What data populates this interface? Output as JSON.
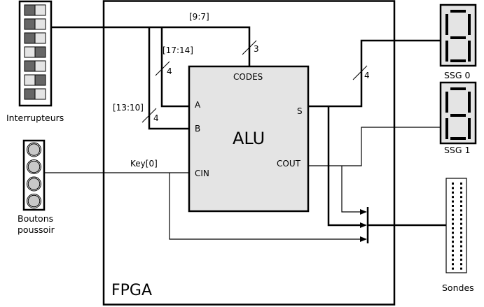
{
  "diagram": {
    "fpga": {
      "label": "FPGA"
    },
    "alu": {
      "label": "ALU",
      "ports": {
        "codes": "CODES",
        "a": "A",
        "b": "B",
        "cin": "CIN",
        "s": "S",
        "cout": "COUT"
      }
    },
    "interrupteurs": {
      "label": "Interrupteurs",
      "switches": [
        "left",
        "left",
        "left",
        "right",
        "left",
        "right",
        "left"
      ]
    },
    "boutons": {
      "label_line1": "Boutons",
      "label_line2": "poussoir",
      "count": 4
    },
    "ssg0": {
      "label": "SSG 0"
    },
    "ssg1": {
      "label": "SSG 1"
    },
    "sondes": {
      "label": "Sondes"
    },
    "buses": {
      "codes_range": "[9:7]",
      "codes_width": "3",
      "a_range": "[17:14]",
      "a_width": "4",
      "b_range": "[13:10]",
      "b_width": "4",
      "cin_signal": "Key[0]",
      "s_width": "4"
    },
    "colors": {
      "switch_dark": "#666666",
      "switch_light": "#e4e4e4",
      "alu_fill": "#e4e4e4",
      "button_fill": "#c8c8c8"
    }
  }
}
